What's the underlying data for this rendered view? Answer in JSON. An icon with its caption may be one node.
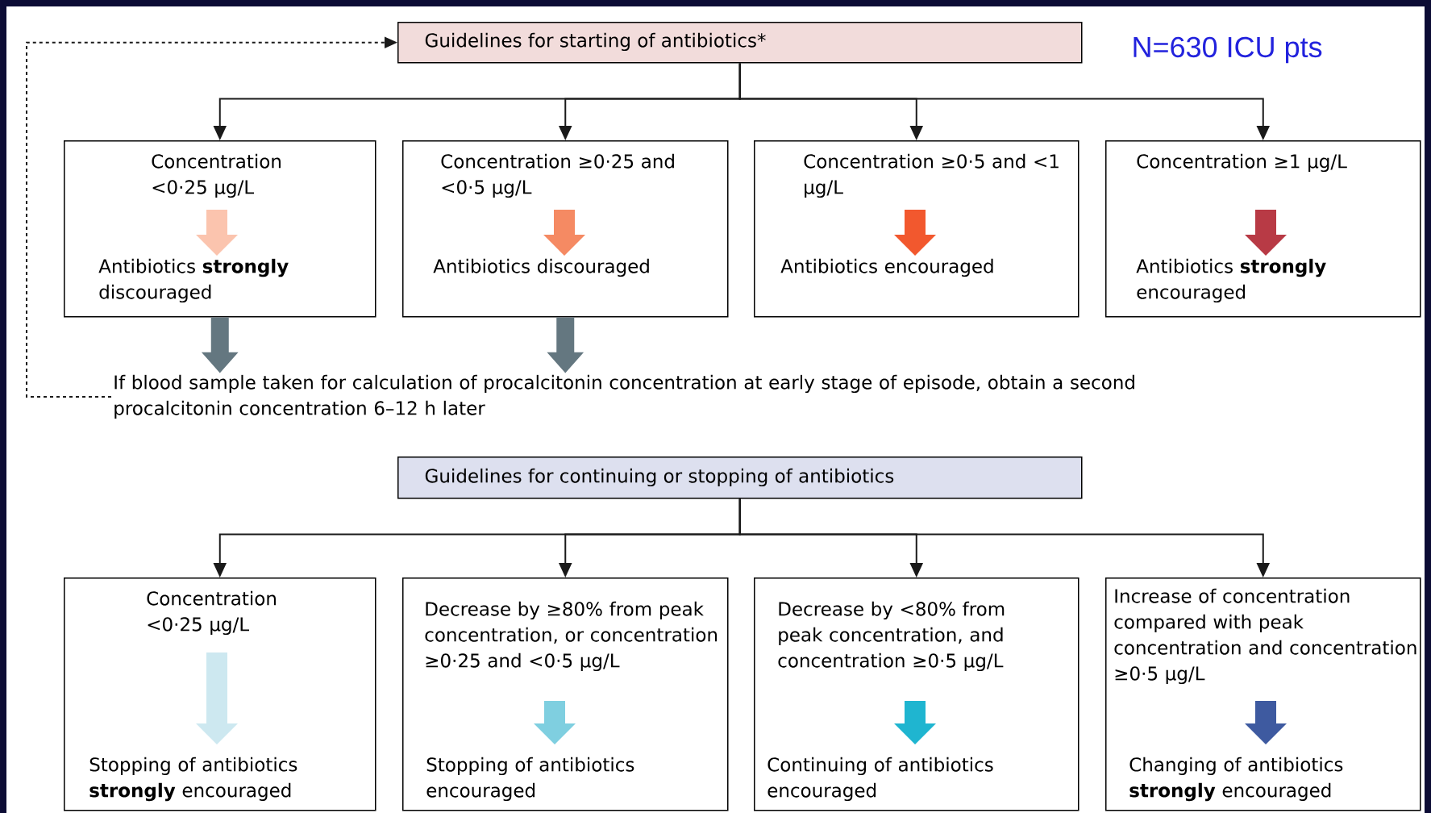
{
  "diagram": {
    "nodes": [
      {
        "text": [
          "Guidelines for starting of antibiotics*"
        ]
      },
      {
        "text": [
          "Concentration <0·25 μg/L",
          "Antibiotics **strongly** discouraged"
        ]
      },
      {
        "text": [
          "Concentration ≥0·25 and <0·5 μg/L",
          "Antibiotics discouraged"
        ]
      },
      {
        "text": [
          "Concentration ≥0·5 and <1 μg/L",
          "Antibiotics encouraged"
        ]
      },
      {
        "text": [
          "Concentration ≥1 μg/L",
          "Antibiotics **strongly** encouraged"
        ]
      },
      {
        "text": [
          "If blood sample taken for calculation of procalcitonin concentration at early stage of episode, obtain a second procalcitonin concentration 6–12 h later"
        ]
      },
      {
        "text": [
          "Guidelines for continuing or stopping of antibiotics"
        ]
      },
      {
        "text": [
          "Concentration <0·25 μg/L",
          "Stopping of antibiotics **strongly** encouraged"
        ]
      },
      {
        "text": [
          "Decrease by ≥80% from peak concentration, or concentration ≥0·25 and <0·5 μg/L",
          "Stopping of antibiotics encouraged"
        ]
      },
      {
        "text": [
          "Decrease by <80% from peak concentration, and concentration ≥0·5 μg/L",
          "Continuing of antibiotics encouraged"
        ]
      },
      {
        "text": [
          "Increase of concentration compared with peak concentration and concentration ≥0·5 μg/L",
          "Changing of antibiotics **strongly** encouraged"
        ]
      }
    ],
    "edges": [
      {
        "from": 0,
        "to": 1,
        "arrow": "to"
      },
      {
        "from": 0,
        "to": 2,
        "arrow": "to"
      },
      {
        "from": 0,
        "to": 3,
        "arrow": "to"
      },
      {
        "from": 0,
        "to": 4,
        "arrow": "to"
      },
      {
        "from": 1,
        "to": 5,
        "arrow": "to",
        "style": "thick",
        "color": "#647780"
      },
      {
        "from": 2,
        "to": 5,
        "arrow": "to",
        "style": "thick",
        "color": "#647780"
      },
      {
        "from": 5,
        "to": 0,
        "arrow": "to",
        "style": "dashed"
      },
      {
        "from": 6,
        "to": 7,
        "arrow": "to"
      },
      {
        "from": 6,
        "to": 8,
        "arrow": "to"
      },
      {
        "from": 6,
        "to": 9,
        "arrow": "to"
      },
      {
        "from": 6,
        "to": 10,
        "arrow": "to"
      }
    ],
    "labels": [
      "N=630 ICU pts"
    ]
  }
}
